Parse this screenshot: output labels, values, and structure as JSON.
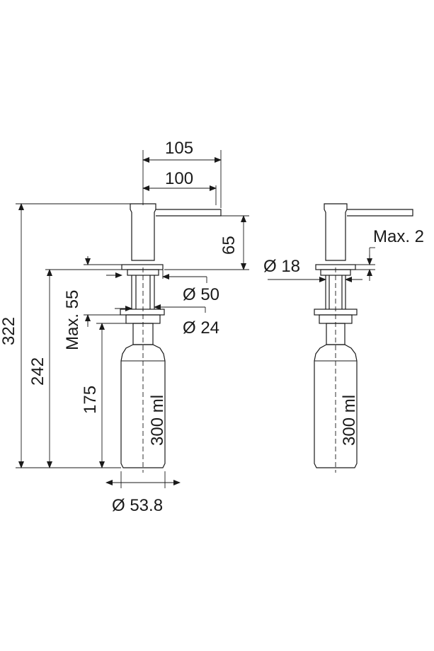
{
  "dimensions": {
    "width_105": "105",
    "width_100": "100",
    "height_65": "65",
    "height_322": "322",
    "height_242": "242",
    "height_175": "175",
    "max_55": "Max. 55",
    "dia_50": "Ø 50",
    "dia_24": "Ø 24",
    "dia_53_8": "Ø 53.8",
    "capacity_left": "300 ml",
    "dia_18": "Ø 18",
    "max_2": "Max. 2",
    "capacity_right": "300 ml"
  },
  "colors": {
    "line": "#1a1a1a",
    "background": "#ffffff"
  }
}
